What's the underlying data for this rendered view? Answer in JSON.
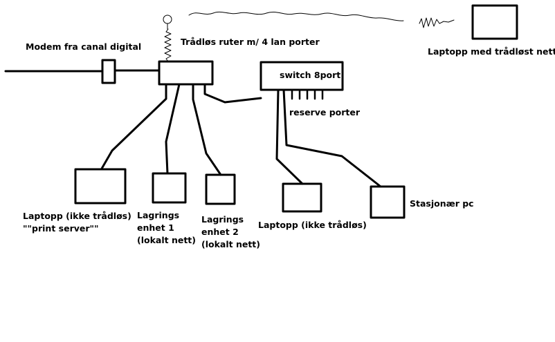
{
  "labels": {
    "modem": "Modem fra canal digital",
    "router": "Trådløs ruter m/ 4 lan porter",
    "switch": "switch 8port",
    "reserve": "reserve porter",
    "wireless_laptop": "Laptopp med trådløst nett",
    "laptop_print": [
      "Laptopp (ikke trådløs)",
      "\"\"print server\"\""
    ],
    "storage1": [
      "Lagrings",
      "enhet 1",
      "(lokalt nett)"
    ],
    "storage2": [
      "Lagrings",
      "enhet 2",
      "(lokalt nett)"
    ],
    "laptop_switch": "Laptopp (ikke trådløs)",
    "desktop": "Stasjonær pc"
  }
}
